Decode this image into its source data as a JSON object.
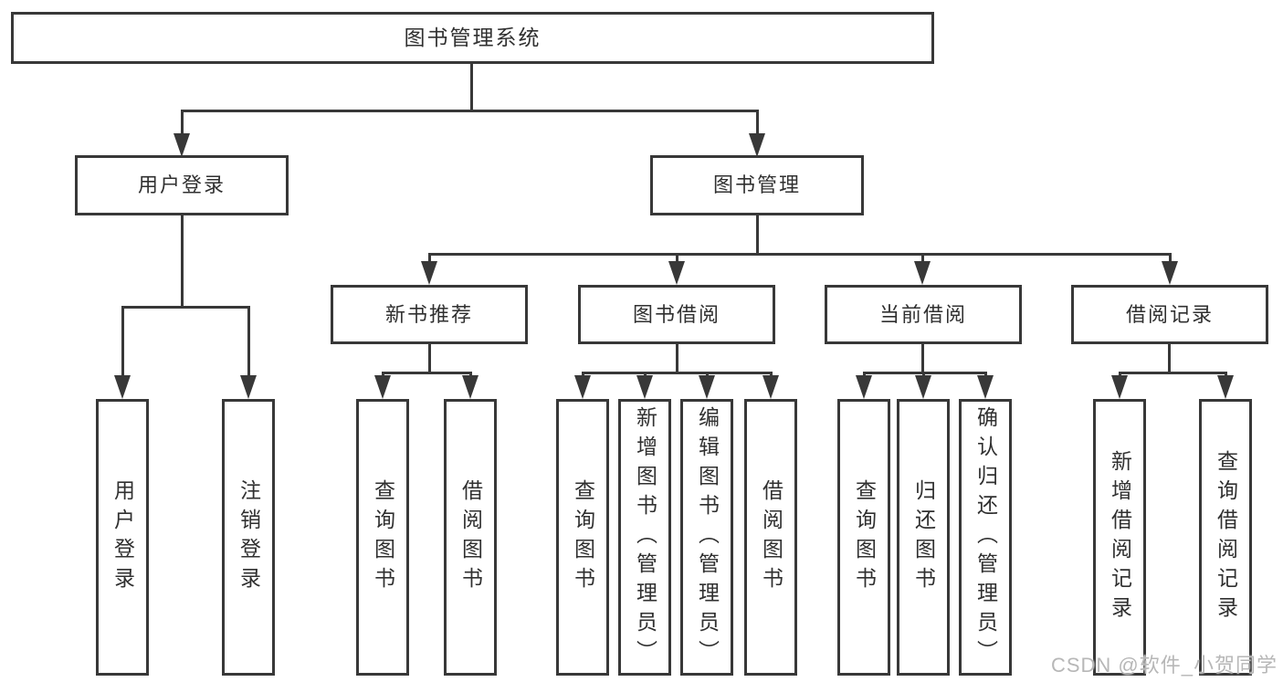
{
  "nodes": {
    "root": "图书管理系统",
    "level1": [
      "用户登录",
      "图书管理"
    ],
    "level2": [
      "新书推荐",
      "图书借阅",
      "当前借阅",
      "借阅记录"
    ],
    "leaves": [
      "用户登录",
      "注销登录",
      "查询图书",
      "借阅图书",
      "查询图书",
      "新增图书（管理员）",
      "编辑图书（管理员）",
      "借阅图书",
      "查询图书",
      "归还图书",
      "确认归还（管理员）",
      "新增借阅记录",
      "查询借阅记录"
    ]
  },
  "watermark": "CSDN @软件_小贺同学",
  "colors": {
    "line": "#383838",
    "text": "#303030",
    "watermark": "#b7b7b7",
    "background": "#ffffff"
  }
}
